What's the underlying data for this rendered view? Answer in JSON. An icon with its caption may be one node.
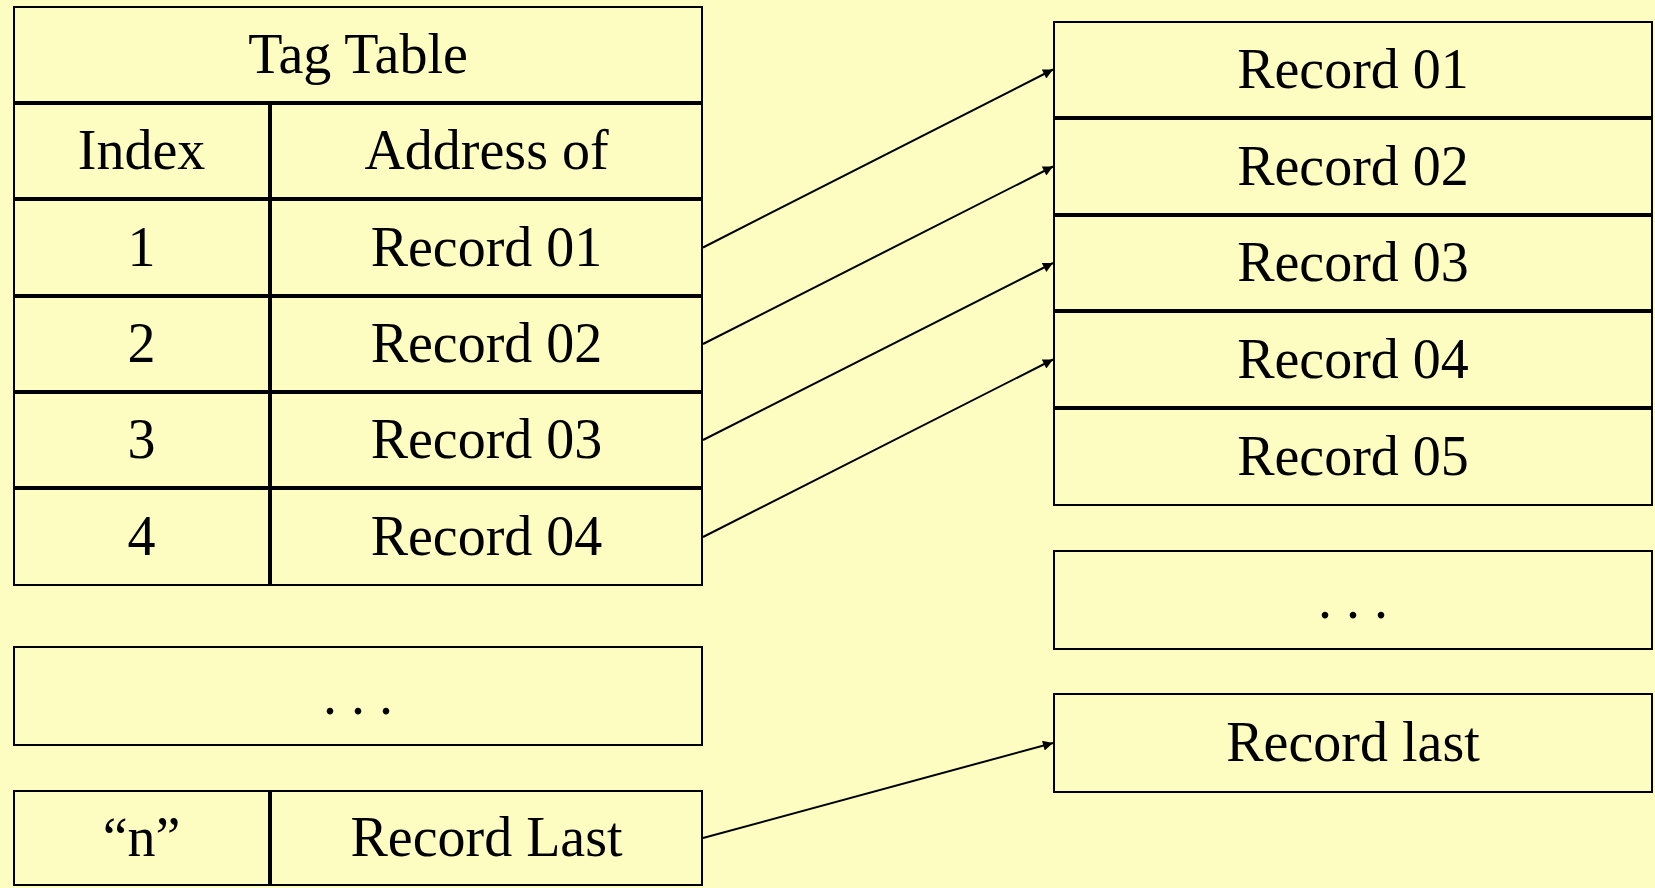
{
  "diagram": {
    "nodes": [
      {
        "text": [
          "Tag Table"
        ]
      },
      {
        "text": [
          "Index"
        ]
      },
      {
        "text": [
          "Address of"
        ]
      },
      {
        "text": [
          "1"
        ]
      },
      {
        "text": [
          "Record 01"
        ]
      },
      {
        "text": [
          "2"
        ]
      },
      {
        "text": [
          "Record 02"
        ]
      },
      {
        "text": [
          "3"
        ]
      },
      {
        "text": [
          "Record 03"
        ]
      },
      {
        "text": [
          "4"
        ]
      },
      {
        "text": [
          "Record 04"
        ]
      },
      {
        "text": [
          ". . ."
        ]
      },
      {
        "text": [
          "“n”"
        ]
      },
      {
        "text": [
          "Record Last"
        ]
      },
      {
        "text": [
          "Record 01"
        ]
      },
      {
        "text": [
          "Record 02"
        ]
      },
      {
        "text": [
          "Record 03"
        ]
      },
      {
        "text": [
          "Record 04"
        ]
      },
      {
        "text": [
          "Record 05"
        ]
      },
      {
        "text": [
          ". . ."
        ]
      },
      {
        "text": [
          "Record last"
        ]
      }
    ],
    "edges": [
      {
        "from": 4,
        "to": 14,
        "arrow": "to"
      },
      {
        "from": 6,
        "to": 15,
        "arrow": "to"
      },
      {
        "from": 8,
        "to": 16,
        "arrow": "to"
      },
      {
        "from": 10,
        "to": 17,
        "arrow": "to"
      },
      {
        "from": 13,
        "to": 20,
        "arrow": "to"
      }
    ]
  }
}
